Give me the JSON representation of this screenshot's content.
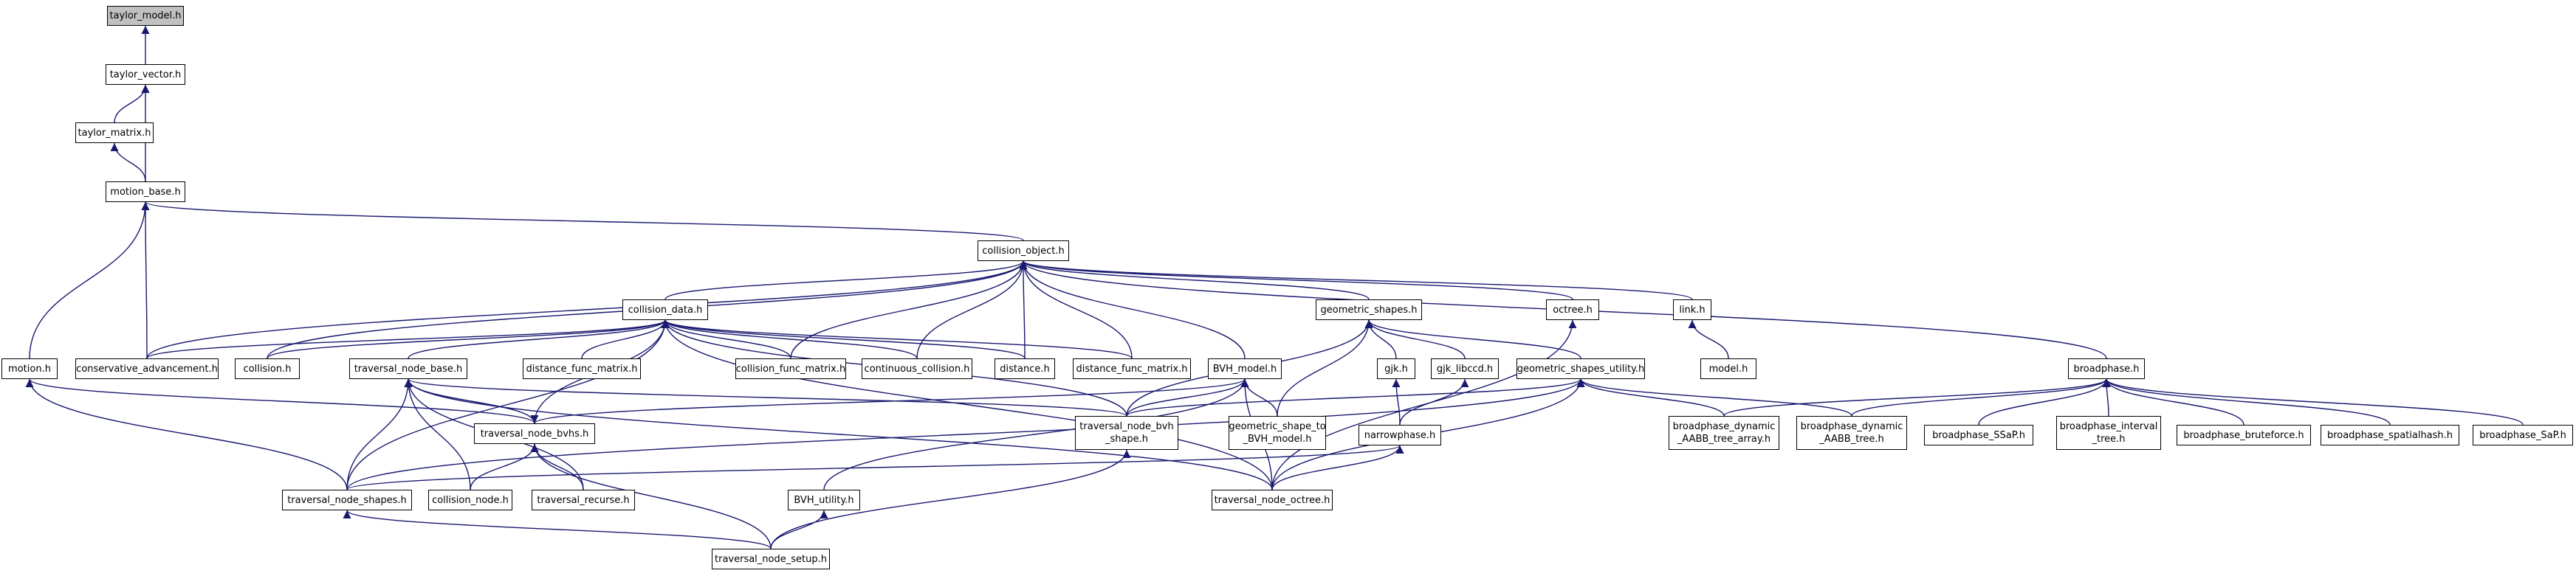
{
  "diagram": {
    "type": "include-dependency-graph",
    "edge_color": "#191970",
    "root_fill": "#c0c0c0",
    "nodes": {
      "taylor_model": "taylor_model.h",
      "taylor_vector": "taylor_vector.h",
      "taylor_matrix": "taylor_matrix.h",
      "motion_base": "motion_base.h",
      "collision_object": "collision_object.h",
      "motion": "motion.h",
      "conservative_advancement": "conservative_advancement.h",
      "collision": "collision.h",
      "collision_data": "collision_data.h",
      "geometric_shapes": "geometric_shapes.h",
      "octree": "octree.h",
      "link": "link.h",
      "model": "model.h",
      "broadphase": "broadphase.h",
      "traversal_node_base": "traversal_node_base.h",
      "distance_func_matrix": "distance_func_matrix.h",
      "collision_func_matrix": "collision_func_matrix.h",
      "continuous_collision": "continuous_collision.h",
      "distance": "distance.h",
      "BVH_model": "BVH_model.h",
      "gjk": "gjk.h",
      "gjk_libccd": "gjk_libccd.h",
      "geometric_shapes_utility": "geometric_shapes_utility.h",
      "traversal_node_bvhs": "traversal_node_bvhs.h",
      "traversal_node_bvh_shape": "traversal_node_bvh\n_shape.h",
      "geometric_shape_to_BVH_model": "geometric_shape_to\n_BVH_model.h",
      "narrowphase": "narrowphase.h",
      "broadphase_dynamic_AABB_tree_array": "broadphase_dynamic\n_AABB_tree_array.h",
      "broadphase_dynamic_AABB_tree": "broadphase_dynamic\n_AABB_tree.h",
      "broadphase_SSaP": "broadphase_SSaP.h",
      "broadphase_interval_tree": "broadphase_interval\n_tree.h",
      "broadphase_bruteforce": "broadphase_bruteforce.h",
      "broadphase_spatialhash": "broadphase_spatialhash.h",
      "broadphase_SaP": "broadphase_SaP.h",
      "traversal_node_shapes": "traversal_node_shapes.h",
      "collision_node": "collision_node.h",
      "traversal_recurse": "traversal_recurse.h",
      "BVH_utility": "BVH_utility.h",
      "traversal_node_octree": "traversal_node_octree.h",
      "traversal_node_setup": "traversal_node_setup.h"
    }
  }
}
